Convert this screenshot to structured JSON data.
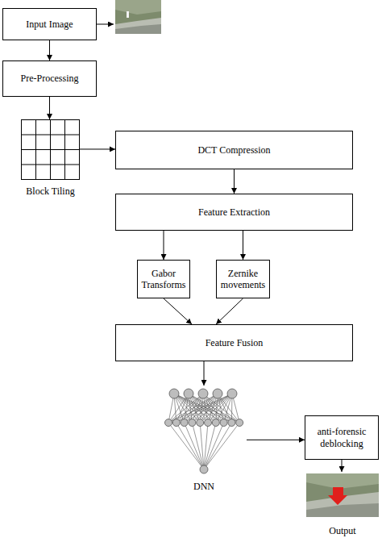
{
  "diagram": {
    "nodes": [
      {
        "text": [
          "Input Image"
        ]
      },
      {
        "text": [
          "Pre-Processing"
        ]
      },
      {
        "text": [
          "Block Tiling"
        ]
      },
      {
        "text": [
          "DCT Compression"
        ]
      },
      {
        "text": [
          "Feature Extraction"
        ]
      },
      {
        "text": [
          "Gabor Transforms"
        ]
      },
      {
        "text": [
          "Zernike movements"
        ]
      },
      {
        "text": [
          "Feature Fusion"
        ]
      },
      {
        "text": [
          "DNN"
        ]
      },
      {
        "text": [
          "anti-forensic deblocking"
        ]
      },
      {
        "text": [
          "Output"
        ]
      }
    ],
    "edges": [
      {
        "from": 0,
        "to": 1,
        "arrow": "to"
      },
      {
        "from": 1,
        "to": 2,
        "arrow": "to"
      },
      {
        "from": 2,
        "to": 3,
        "arrow": "to"
      },
      {
        "from": 3,
        "to": 4,
        "arrow": "to"
      },
      {
        "from": 4,
        "to": 5,
        "arrow": "to"
      },
      {
        "from": 4,
        "to": 6,
        "arrow": "to"
      },
      {
        "from": 5,
        "to": 7,
        "arrow": "to"
      },
      {
        "from": 6,
        "to": 7,
        "arrow": "to"
      },
      {
        "from": 7,
        "to": 8,
        "arrow": "to"
      },
      {
        "from": 8,
        "to": 9,
        "arrow": "to"
      },
      {
        "from": 9,
        "to": 10,
        "arrow": "to"
      }
    ]
  }
}
